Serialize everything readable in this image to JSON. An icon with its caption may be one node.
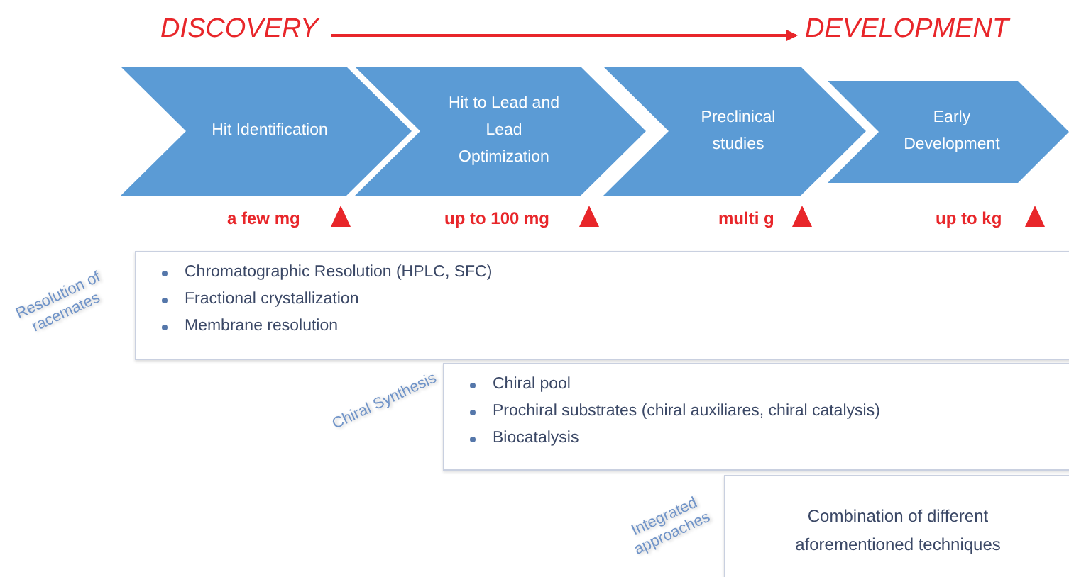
{
  "diagram": {
    "nodes": [
      {
        "text": [
          "DISCOVERY"
        ]
      },
      {
        "text": [
          "DEVELOPMENT"
        ]
      },
      {
        "text": [
          "Hit Identification"
        ]
      },
      {
        "text": [
          "Hit to Lead and Lead Optimization"
        ]
      },
      {
        "text": [
          "Preclinical studies"
        ]
      },
      {
        "text": [
          "Early Development"
        ]
      },
      {
        "text": [
          "Resolution of racemates",
          "Chromatographic Resolution (HPLC, SFC)",
          "Fractional crystallization",
          "Membrane resolution"
        ]
      },
      {
        "text": [
          "Chiral Synthesis",
          "Chiral pool",
          "Prochiral substrates (chiral auxiliares, chiral catalysis)",
          "Biocatalysis"
        ]
      },
      {
        "text": [
          "Integrated approaches",
          "Combination of different aforementioned techniques"
        ]
      }
    ],
    "edges": [
      {
        "from": 0,
        "to": 1,
        "arrow": "to"
      }
    ],
    "labels": [
      "a few mg",
      "up to 100 mg",
      "multi g",
      "up to kg"
    ]
  }
}
